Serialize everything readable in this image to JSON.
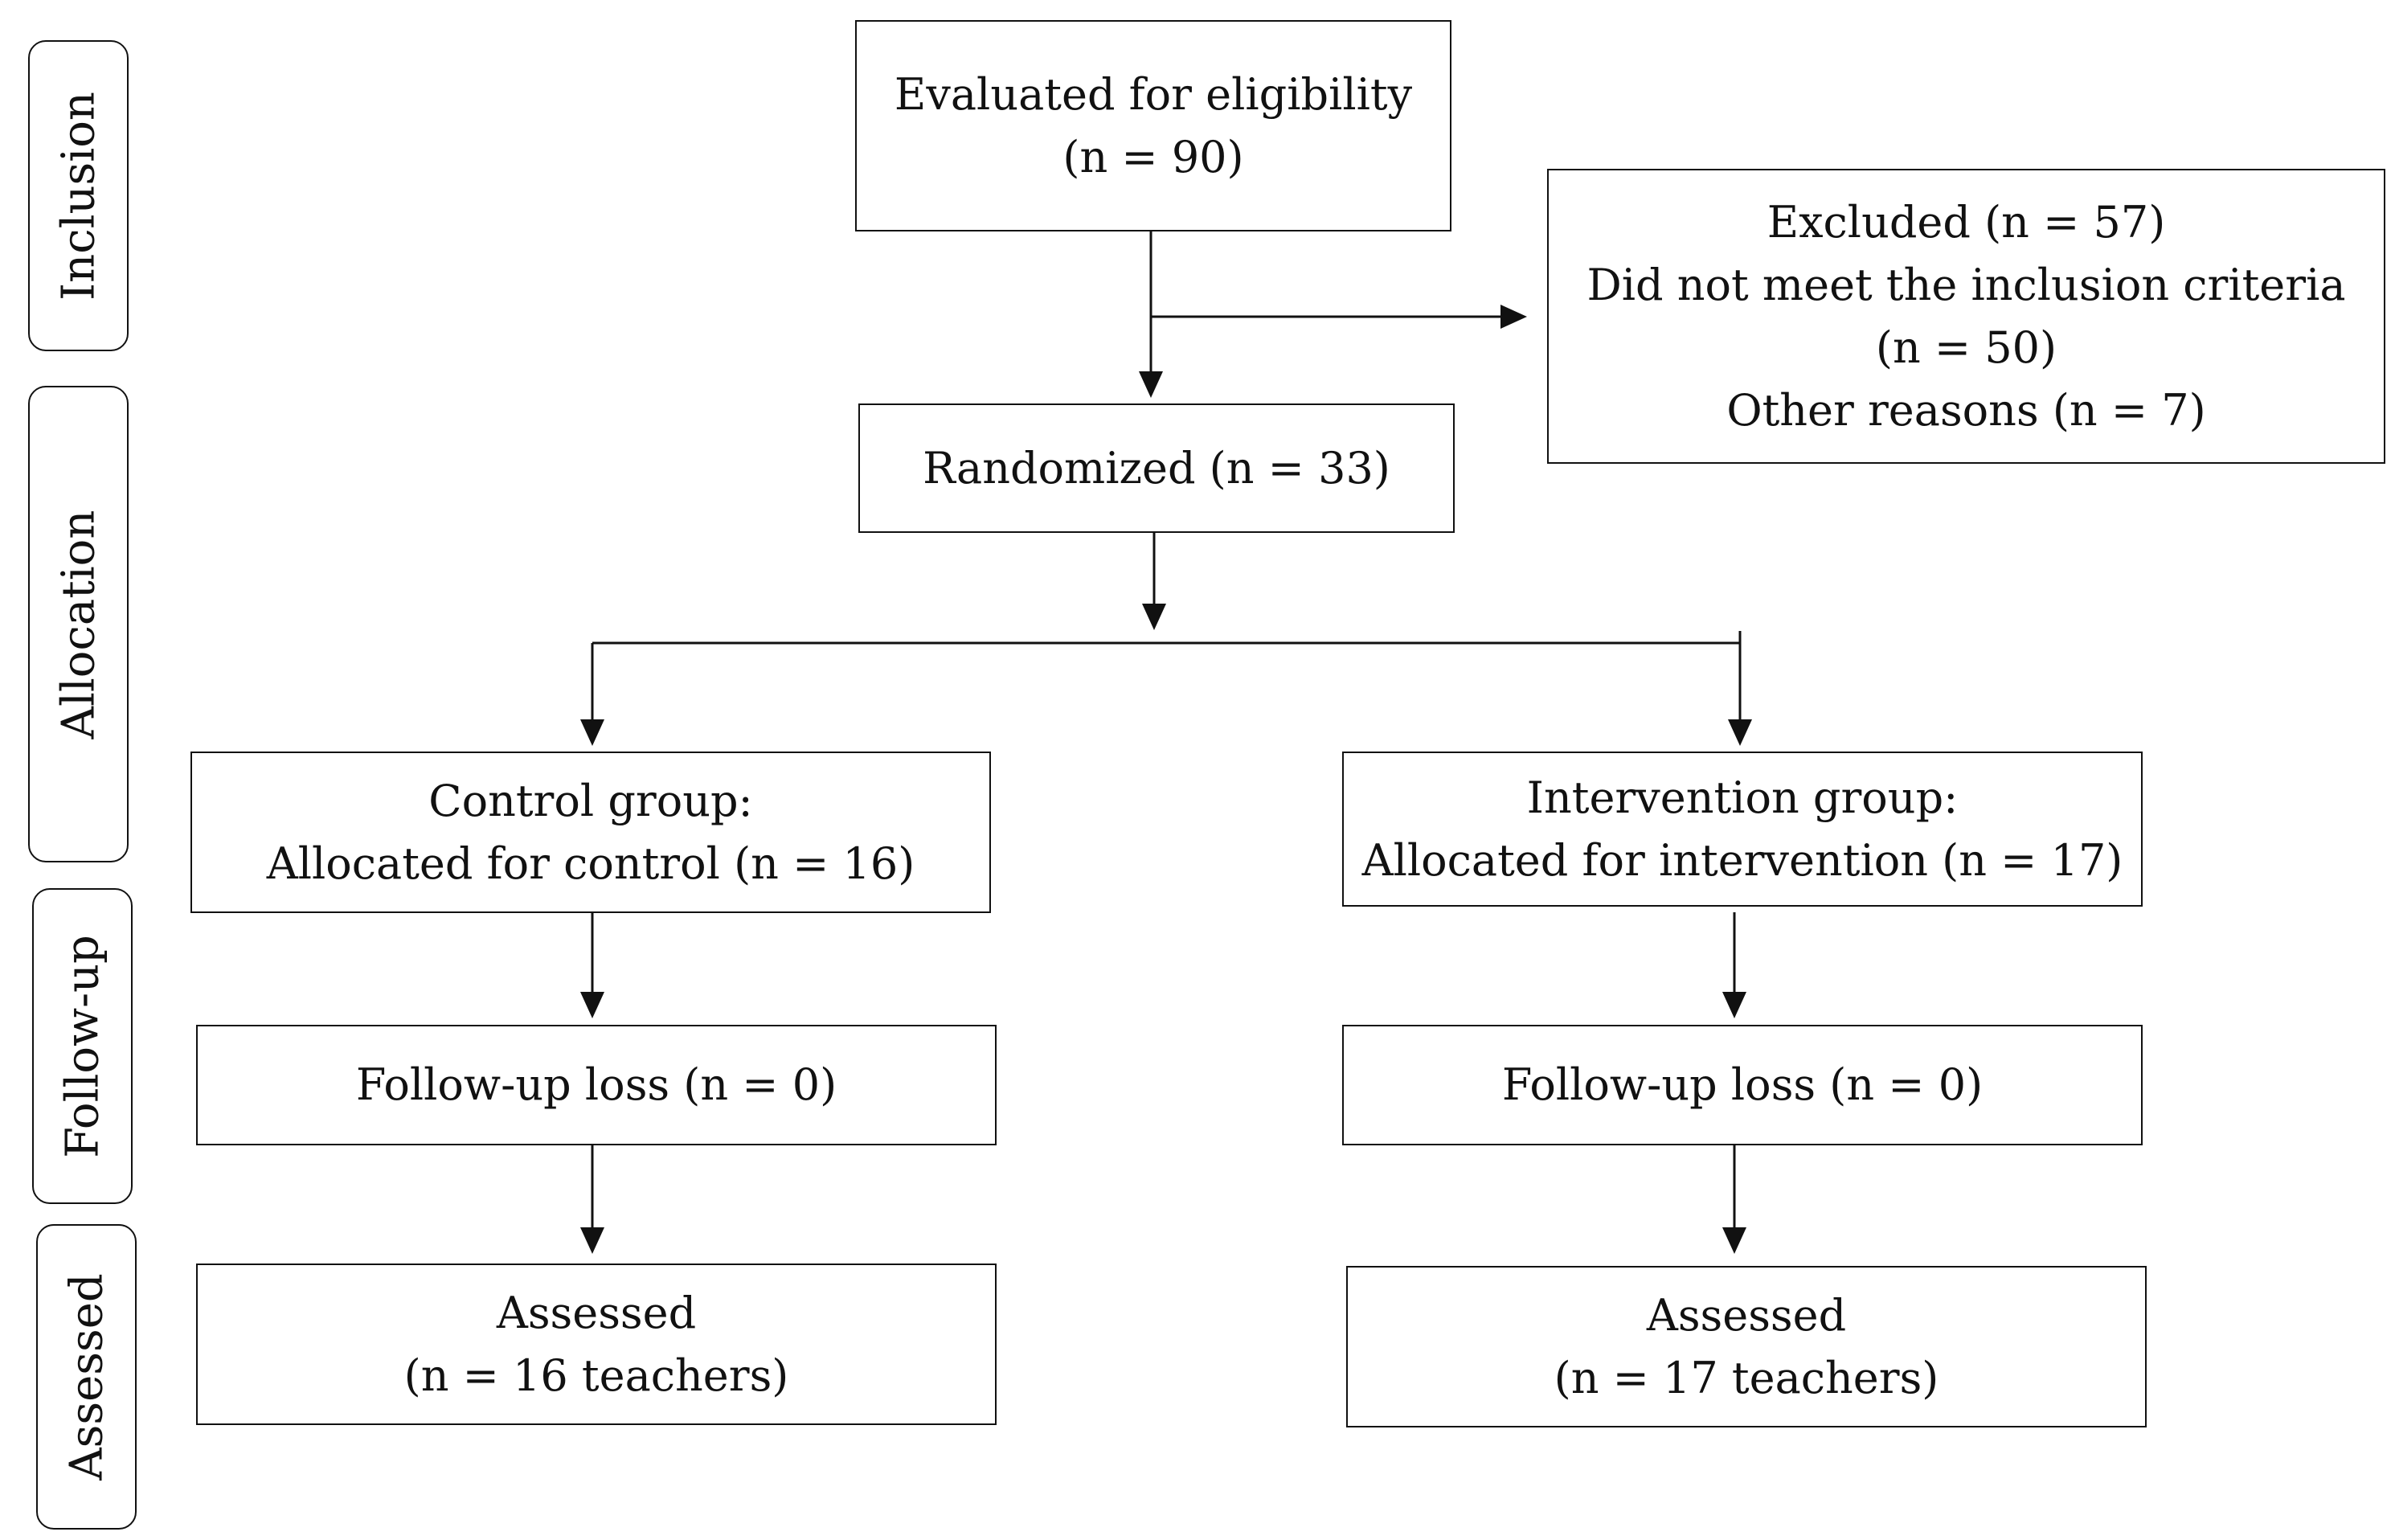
{
  "stages": {
    "inclusion": "Inclusion",
    "allocation": "Allocation",
    "followup": "Follow-up",
    "assessed": "Assessed"
  },
  "boxes": {
    "eligibility": {
      "line1": "Evaluated for eligibility",
      "line2": "(n = 90)"
    },
    "excluded": {
      "line1": "Excluded (n = 57)",
      "line2": "Did not meet the inclusion criteria",
      "line3": "(n = 50)",
      "line4": "Other reasons (n = 7)"
    },
    "randomized": {
      "line1": "Randomized (n = 33)"
    },
    "control": {
      "line1": "Control group:",
      "line2": "Allocated for control (n = 16)"
    },
    "intervention": {
      "line1": "Intervention group:",
      "line2": "Allocated for intervention (n = 17)"
    },
    "control_followup": {
      "line1": "Follow-up loss (n = 0)"
    },
    "intervention_followup": {
      "line1": "Follow-up loss (n = 0)"
    },
    "control_assessed": {
      "line1": "Assessed",
      "line2": "(n = 16 teachers)"
    },
    "intervention_assessed": {
      "line1": "Assessed",
      "line2": "(n = 17 teachers)"
    }
  }
}
